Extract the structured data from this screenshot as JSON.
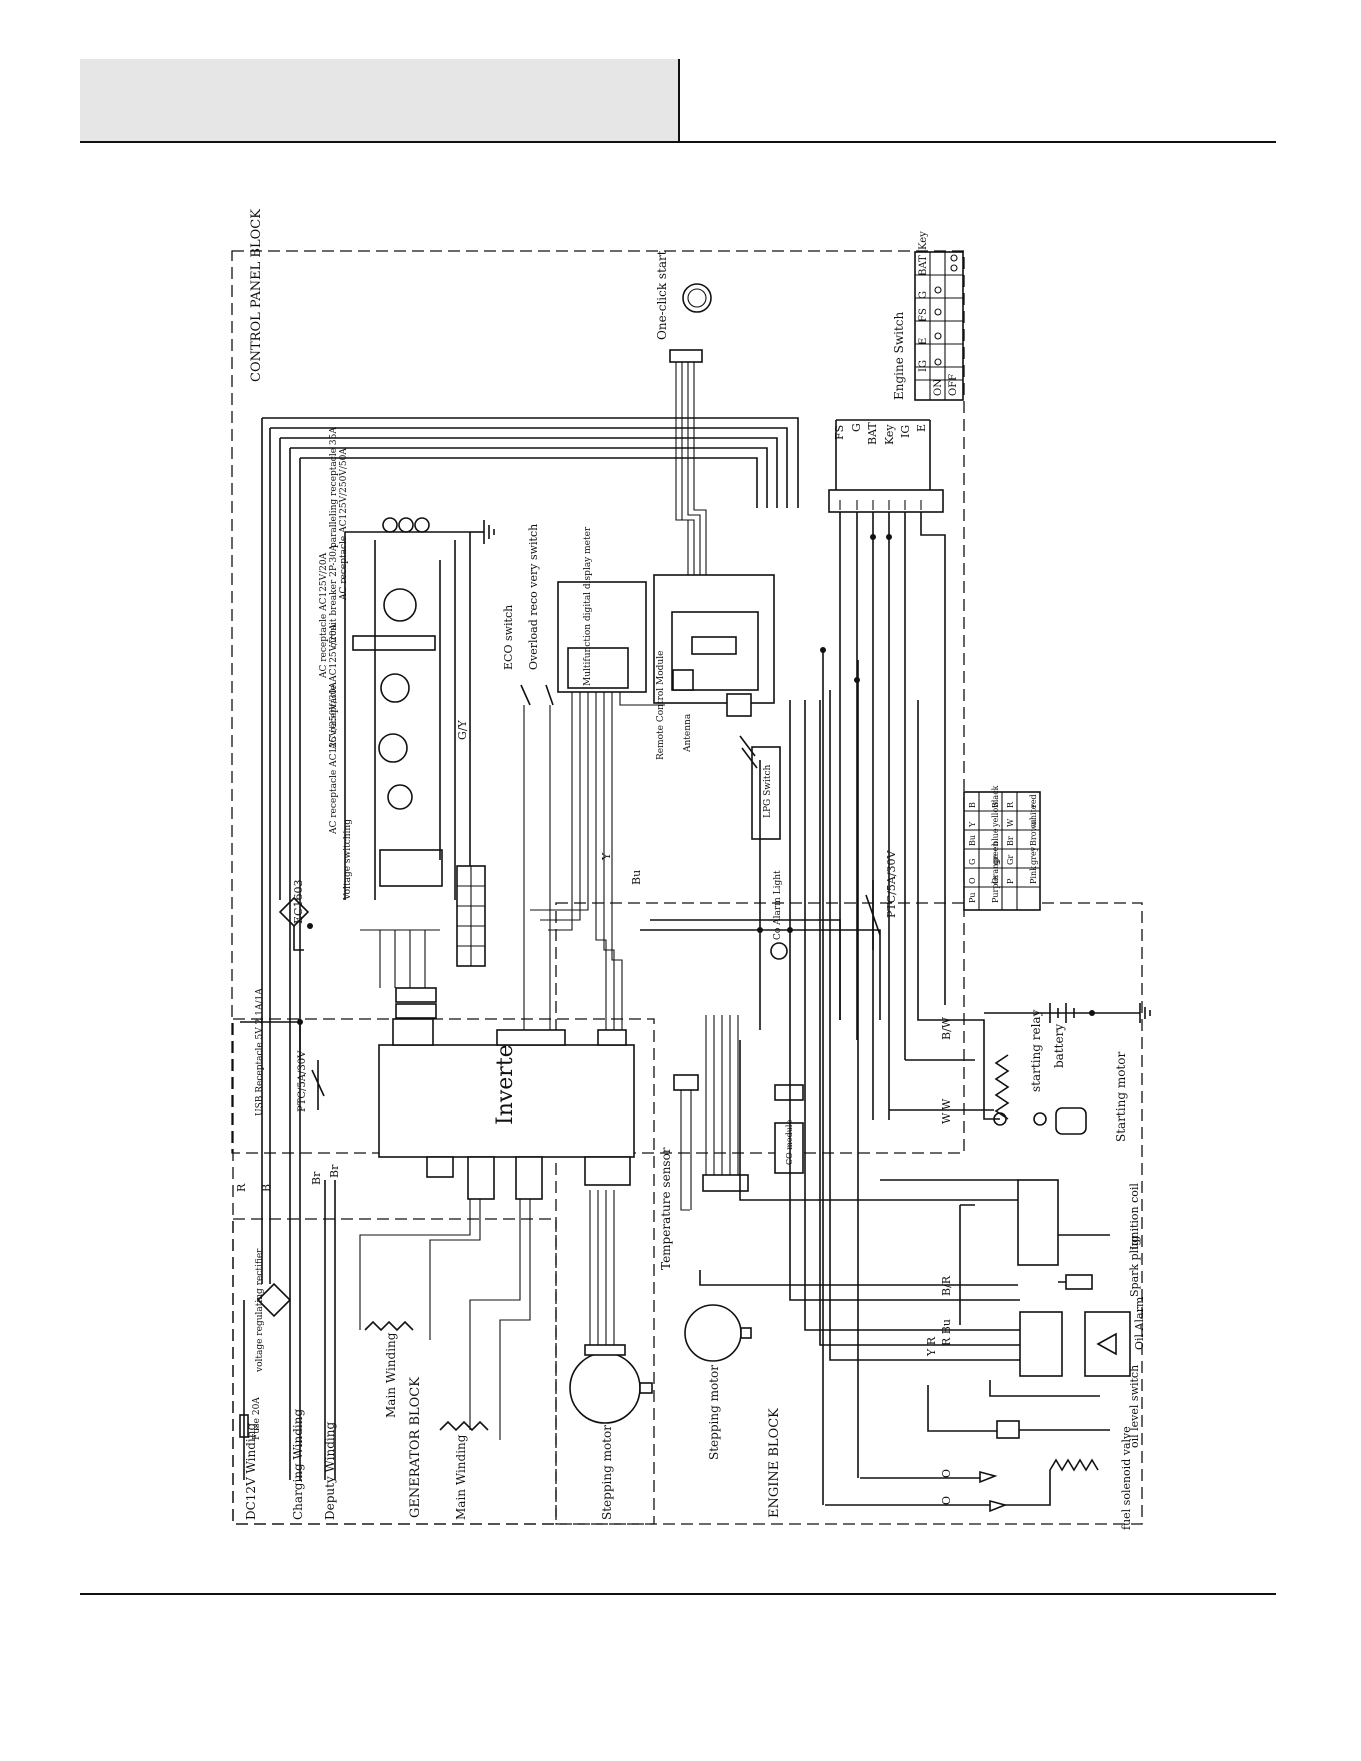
{
  "blocks": {
    "control_panel": "CONTROL PANEL BLOCK",
    "generator": "GENERATOR BLOCK",
    "engine": "ENGINE BLOCK"
  },
  "components": {
    "inverter": "Inverter",
    "one_click_start": "One-click start",
    "engine_switch": "Engine Switch",
    "eco_switch": "ECO switch",
    "overload_switch": "Overload reco very switch",
    "display_meter": "Multifunction digital display meter",
    "remote_module": "Remote Control Module",
    "antenna": "Antenna",
    "lpg_switch": "LPG Switch",
    "co_alarm": "Co Alarm Light",
    "co_module": "CO module",
    "ptc_panel": "PTC/5A/30V",
    "ptc_usb": "PTC/5A/30V",
    "usb_receptacle": "USB Receptacle 5V 2.1A/1A",
    "rectifier": "EC1603",
    "starting_relay": "starting relay",
    "battery": "battery",
    "starting_motor": "Starting motor",
    "ignition_coil": "Ignition coil",
    "spark_plug": "Spark plug",
    "oil_alarm": "Oil Alarm",
    "oil_level_switch": "oil level switch",
    "fuel_solenoid": "fuel solenoid valve",
    "temp_sensor": "Temperature sensor",
    "stepping_motor_1": "Stepping motor",
    "stepping_motor_2": "Stepping motor",
    "main_winding_1": "Main Winding",
    "main_winding_2": "Main Winding",
    "dc12v_winding": "DC12V Winding",
    "charging_winding": "Charging Winding",
    "deputy_winding": "Deputy Winding",
    "fuse": "Fuse 20A",
    "voltage_rectifier": "voltage regulating rectifier",
    "voltage_switching": "Voltage switching",
    "gy": "G/Y"
  },
  "receptacles": [
    "AC receptacle AC125V/250V/30A",
    "AC receptacle AC125V/20A",
    "AC receptacle AC125V/20A",
    "circuit breaker 2P-30A",
    "AC receptacle AC125V/250V/50A",
    "paralleling receptacle 35A"
  ],
  "engine_switch_table": {
    "header": [
      "",
      "IG",
      "E",
      "FS",
      "G",
      "BAT",
      "Key"
    ],
    "rows": [
      "ON",
      "OFF"
    ]
  },
  "engine_switch_terminals": [
    "FS",
    "G",
    "BAT",
    "Key",
    "IG",
    "E"
  ],
  "color_legend": [
    [
      "B",
      "Black",
      "R",
      "red"
    ],
    [
      "Y",
      "yellow",
      "W",
      "white"
    ],
    [
      "Bu",
      "blue",
      "Br",
      "Brown"
    ],
    [
      "G",
      "green",
      "Gr",
      "grey"
    ],
    [
      "O",
      "Orange",
      "P",
      "Pink"
    ],
    [
      "Pu",
      "Purple",
      "",
      ""
    ]
  ],
  "wire_labels": {
    "bw": "B/W",
    "br_relay": "B/R",
    "w1": "W",
    "w2": "W",
    "r": "R",
    "b": "B",
    "br1": "Br",
    "br2": "Br",
    "o1": "O",
    "o2": "O",
    "bu": "Bu",
    "y": "Y",
    "rbu": "R Bu",
    "yr": "Y R"
  }
}
